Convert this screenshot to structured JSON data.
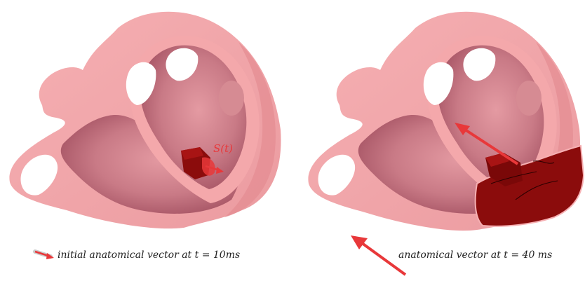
{
  "panels": [
    {
      "id": "left",
      "caption": "initial anatomical vector at t = 10ms",
      "marker_label": "S(t)"
    },
    {
      "id": "right",
      "caption": "anatomical vector at t = 40 ms"
    }
  ],
  "colors": {
    "tissue_light": "#f2a3a6",
    "tissue_mid": "#d9868f",
    "tissue_shadow": "#b9606e",
    "interior": "#c97a86",
    "region": "#8b0c0c",
    "region_dark": "#5a0505",
    "arrow": "#e8383a",
    "background": "#ffffff"
  },
  "icons": [
    "heart-model-left",
    "heart-model-right",
    "activation-arrow",
    "legend-arrow-icon"
  ]
}
